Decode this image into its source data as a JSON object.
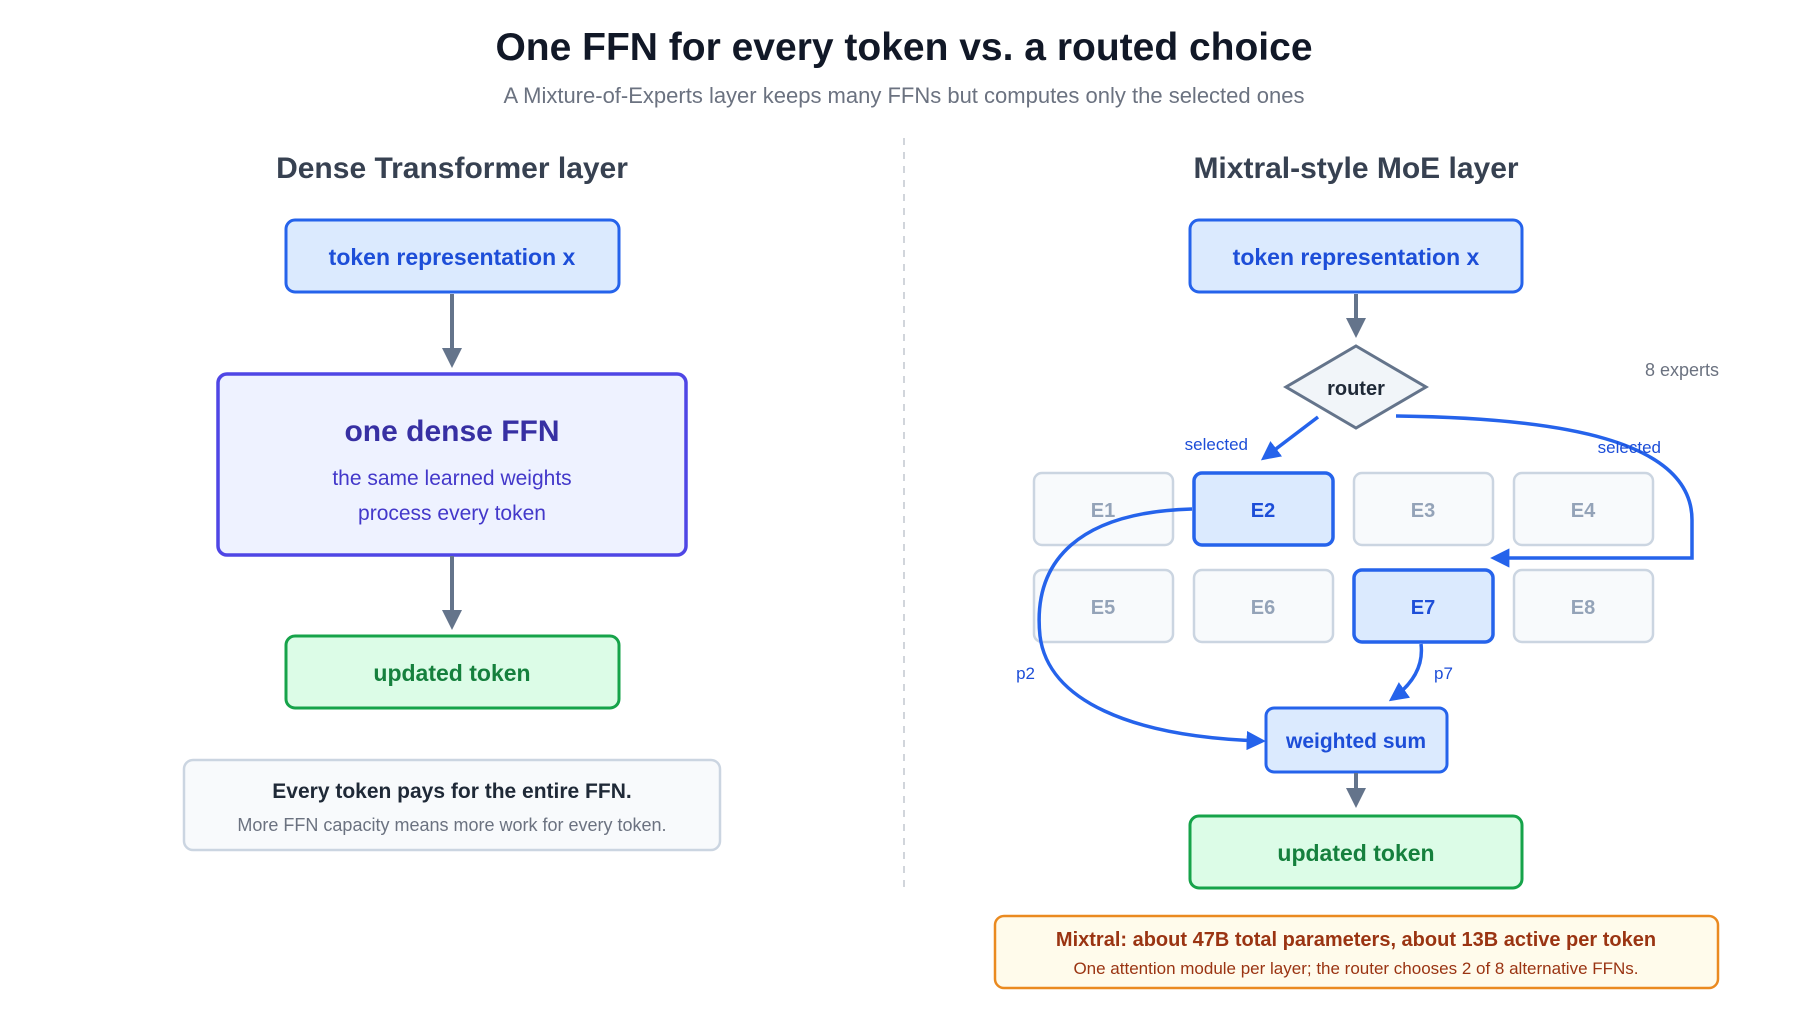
{
  "header": {
    "title": "One FFN for every token vs. a routed choice",
    "subtitle": "A Mixture-of-Experts layer keeps many FFNs but computes only the selected ones"
  },
  "dense": {
    "panel_title": "Dense Transformer layer",
    "input_label": "token representation x",
    "ffn_title": "one dense FFN",
    "ffn_line1": "the same learned weights",
    "ffn_line2": "process every token",
    "output_label": "updated token",
    "note_title": "Every token pays for the entire FFN.",
    "note_body": "More FFN capacity means more work for every token."
  },
  "moe": {
    "panel_title": "Mixtral-style MoE layer",
    "input_label": "token representation x",
    "router_label": "router",
    "experts_count_label": "8 experts",
    "selected_label_left": "selected",
    "selected_label_right": "selected",
    "experts": [
      {
        "label": "E1",
        "selected": false
      },
      {
        "label": "E2",
        "selected": true
      },
      {
        "label": "E3",
        "selected": false
      },
      {
        "label": "E4",
        "selected": false
      },
      {
        "label": "E5",
        "selected": false
      },
      {
        "label": "E6",
        "selected": false
      },
      {
        "label": "E7",
        "selected": true
      },
      {
        "label": "E8",
        "selected": false
      }
    ],
    "weight_label_left": "p2",
    "weight_label_right": "p7",
    "sum_label": "weighted sum",
    "output_label": "updated token",
    "callout_title": "Mixtral: about 47B total parameters, about 13B active per token",
    "callout_body": "One attention module per layer; the router chooses 2 of 8 alternative FFNs."
  },
  "colors": {
    "blue_accent": "#2563eb",
    "blue_fill": "#dbeafe",
    "green_accent": "#16a34a",
    "green_fill": "#dcfce7",
    "purple_accent": "#4f46e5",
    "purple_fill": "#eef2ff",
    "gray_arrow": "#64748b",
    "orange_accent": "#ea8a20",
    "orange_fill": "#fffbeb"
  }
}
